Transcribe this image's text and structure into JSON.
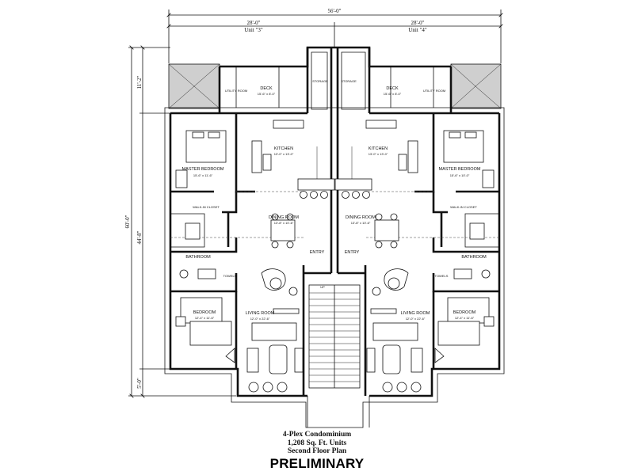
{
  "dimensions": {
    "overall_width": "56'-0\"",
    "unit3_width": "28'-0\"",
    "unit3_label": "Unit \"3\"",
    "unit4_width": "28'-0\"",
    "unit4_label": "Unit \"4\"",
    "overall_depth": "60'-0\"",
    "depth_top": "11'-2\"",
    "depth_middle": "44'-8\"",
    "depth_bottom": "5'-0\""
  },
  "rooms": {
    "left": {
      "utility": "UTILITY ROOM",
      "deck": "DECK",
      "deck_dim": "15'-6\" x 8'-0\"",
      "storage": "STORAGE",
      "master": "MASTER BEDROOM",
      "master_dim": "15'-6\" x 11'-6\"",
      "kitchen": "KITCHEN",
      "kitchen_dim": "13'-0\" x 13'-0\"",
      "walkin": "WALK-IN CLOSET",
      "dining": "DINING ROOM",
      "dining_dim": "13'-8\" x 10'-6\"",
      "bathroom": "BATHROOM",
      "entry": "ENTRY",
      "towels": "TOWELS",
      "bedroom": "BEDROOM",
      "bedroom_dim": "12'-4\" x 11'-6\"",
      "living": "LIVING ROOM",
      "living_dim": "12'-0\" x 22'-6\""
    },
    "right": {
      "utility": "UTILITY ROOM",
      "deck": "DECK",
      "deck_dim": "15'-6\" x 8'-0\"",
      "storage": "STORAGE",
      "master": "MASTER BEDROOM",
      "master_dim": "15'-6\" x 10'-0\"",
      "kitchen": "KITCHEN",
      "kitchen_dim": "13'-0\" x 13'-0\"",
      "walkin": "WALK-IN CLOSET",
      "dining": "DINING ROOM",
      "dining_dim": "13'-8\" x 10'-6\"",
      "bathroom": "BATHROOM",
      "entry": "ENTRY",
      "towels": "TOWELS",
      "bedroom": "BEDROOM",
      "bedroom_dim": "12'-4\" x 11'-6\"",
      "living": "LIVING ROOM",
      "living_dim": "12'-0\" x 22'-6\""
    },
    "stair_up": "UP"
  },
  "caption": {
    "line1": "4-Plex Condominium",
    "line2": "1,208 Sq. Ft. Units",
    "line3": "Second Floor Plan"
  },
  "status": "PRELIMINARY"
}
